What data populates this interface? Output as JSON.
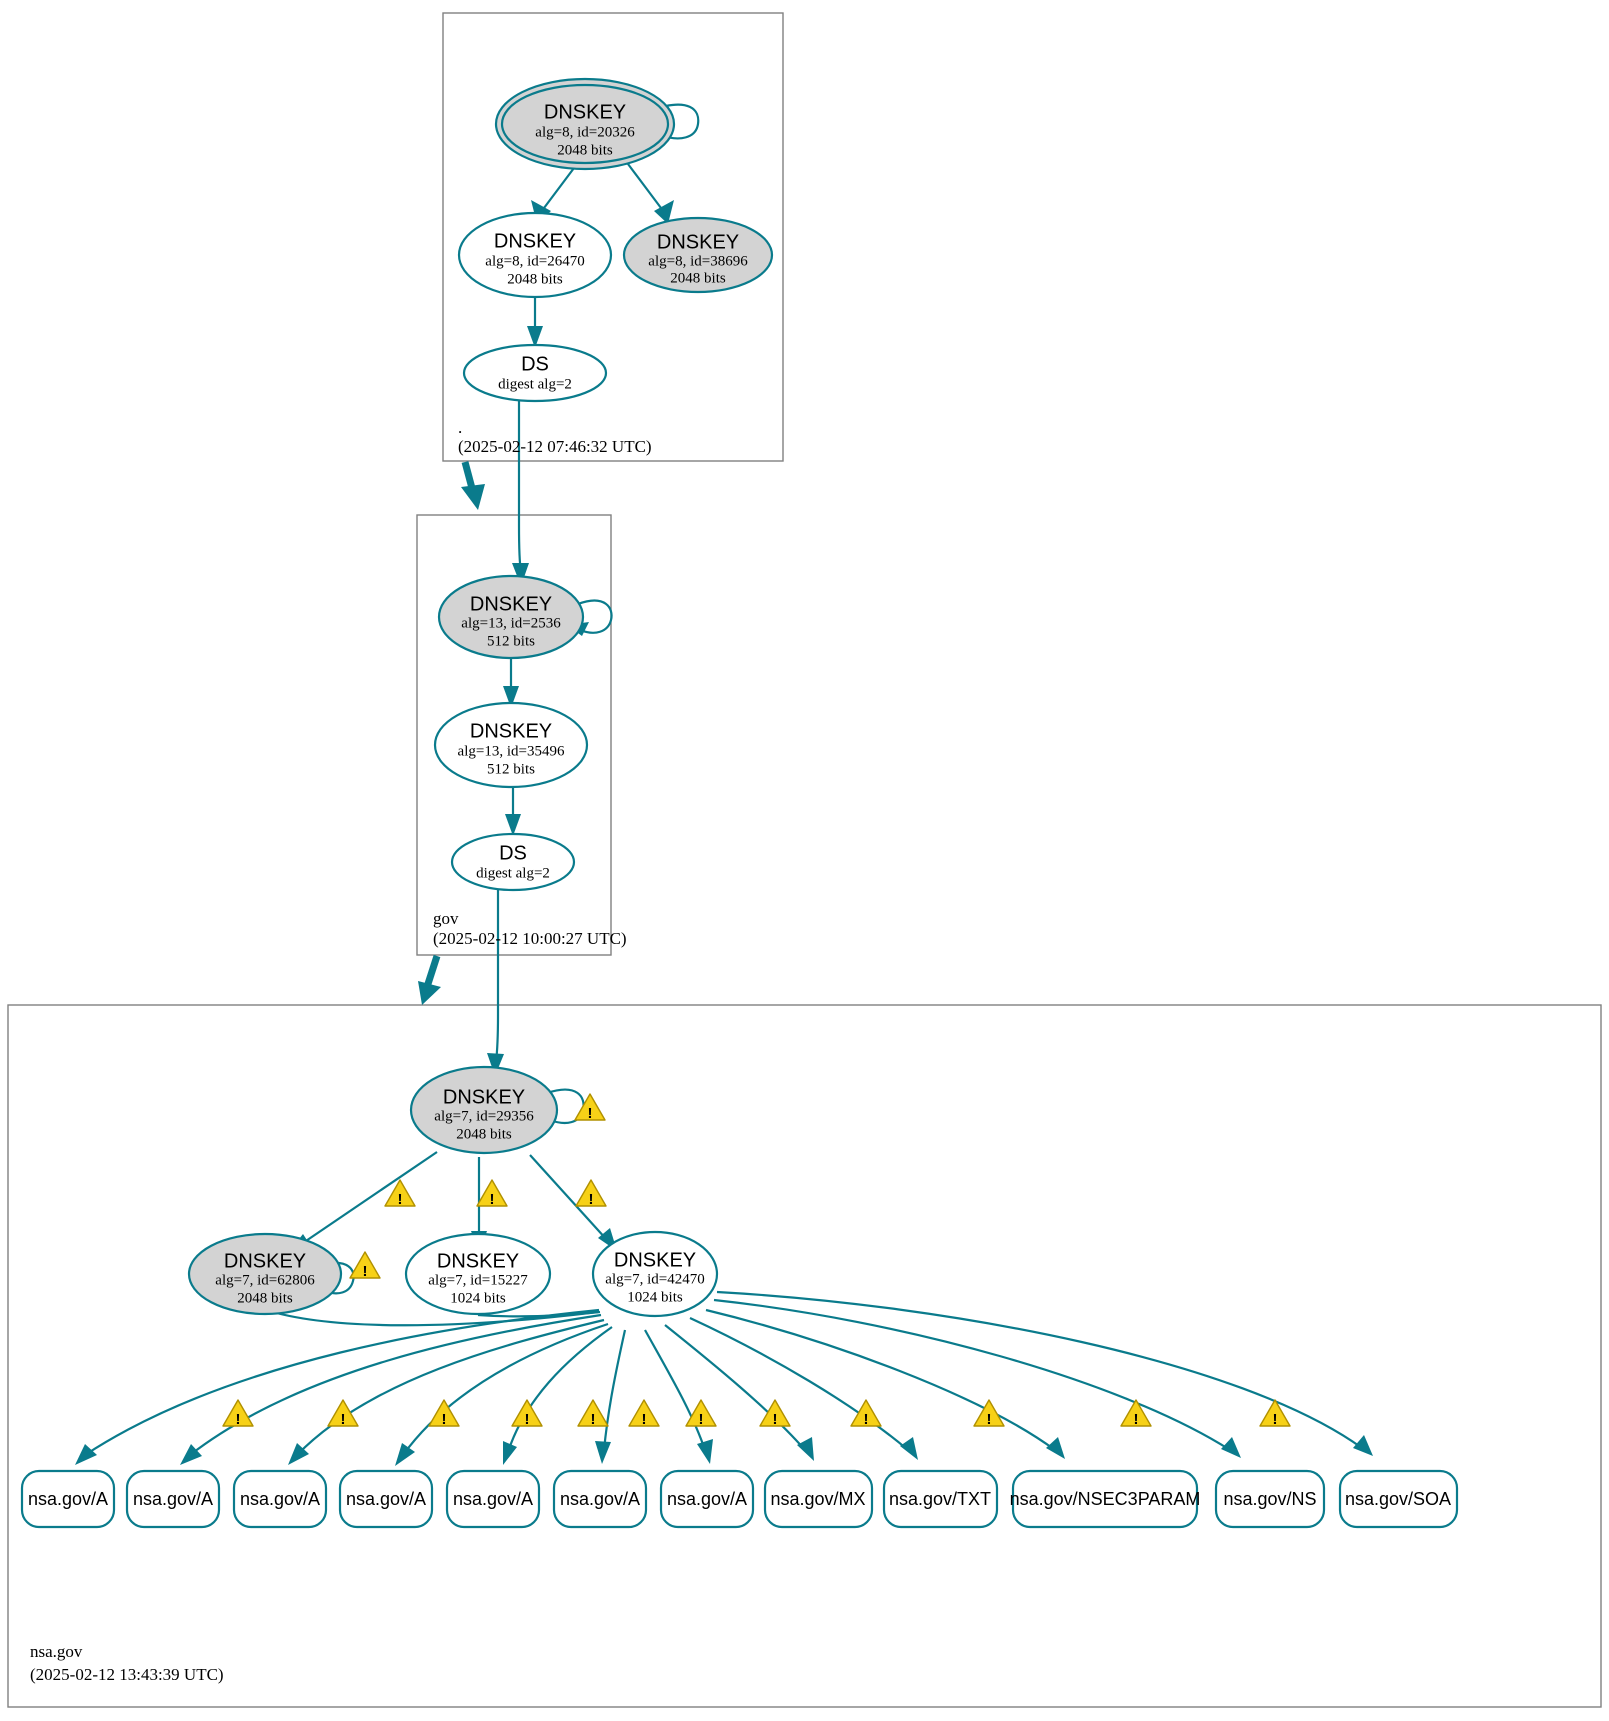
{
  "diagram": {
    "type": "dnssec-authentication-chain",
    "accent_color": "#0a7b8c",
    "secure_fill": "#d3d3d3",
    "insecure_fill": "#ffffff",
    "warning_color": "#f7d117"
  },
  "zones": [
    {
      "id": "root",
      "name": ".",
      "timestamp": "(2025-02-12 07:46:32 UTC)",
      "nodes": [
        {
          "id": "root-ksk",
          "kind": "DNSKEY",
          "title": "DNSKEY",
          "line2": "alg=8, id=20326",
          "line3": "2048 bits",
          "shaded": true,
          "double": true
        },
        {
          "id": "root-zsk",
          "kind": "DNSKEY",
          "title": "DNSKEY",
          "line2": "alg=8, id=26470",
          "line3": "2048 bits",
          "shaded": false,
          "double": false
        },
        {
          "id": "root-zsk2",
          "kind": "DNSKEY",
          "title": "DNSKEY",
          "line2": "alg=8, id=38696",
          "line3": "2048 bits",
          "shaded": true,
          "double": false
        },
        {
          "id": "root-ds",
          "kind": "DS",
          "title": "DS",
          "line2": "digest alg=2",
          "line3": "",
          "shaded": false,
          "double": false
        }
      ]
    },
    {
      "id": "gov",
      "name": "gov",
      "timestamp": "(2025-02-12 10:00:27 UTC)",
      "nodes": [
        {
          "id": "gov-ksk",
          "kind": "DNSKEY",
          "title": "DNSKEY",
          "line2": "alg=13, id=2536",
          "line3": "512 bits",
          "shaded": true,
          "double": false
        },
        {
          "id": "gov-zsk",
          "kind": "DNSKEY",
          "title": "DNSKEY",
          "line2": "alg=13, id=35496",
          "line3": "512 bits",
          "shaded": false,
          "double": false
        },
        {
          "id": "gov-ds",
          "kind": "DS",
          "title": "DS",
          "line2": "digest alg=2",
          "line3": "",
          "shaded": false,
          "double": false
        }
      ]
    },
    {
      "id": "nsagov",
      "name": "nsa.gov",
      "timestamp": "(2025-02-12 13:43:39 UTC)",
      "nodes": [
        {
          "id": "nsa-ksk",
          "kind": "DNSKEY",
          "title": "DNSKEY",
          "line2": "alg=7, id=29356",
          "line3": "2048 bits",
          "shaded": true,
          "double": false
        },
        {
          "id": "nsa-k62806",
          "kind": "DNSKEY",
          "title": "DNSKEY",
          "line2": "alg=7, id=62806",
          "line3": "2048 bits",
          "shaded": true,
          "double": false
        },
        {
          "id": "nsa-k15227",
          "kind": "DNSKEY",
          "title": "DNSKEY",
          "line2": "alg=7, id=15227",
          "line3": "1024 bits",
          "shaded": false,
          "double": false
        },
        {
          "id": "nsa-k42470",
          "kind": "DNSKEY",
          "title": "DNSKEY",
          "line2": "alg=7, id=42470",
          "line3": "1024 bits",
          "shaded": false,
          "double": false
        }
      ],
      "rrsets": [
        {
          "id": "rr1",
          "label": "nsa.gov/A"
        },
        {
          "id": "rr2",
          "label": "nsa.gov/A"
        },
        {
          "id": "rr3",
          "label": "nsa.gov/A"
        },
        {
          "id": "rr4",
          "label": "nsa.gov/A"
        },
        {
          "id": "rr5",
          "label": "nsa.gov/A"
        },
        {
          "id": "rr6",
          "label": "nsa.gov/A"
        },
        {
          "id": "rr7",
          "label": "nsa.gov/A"
        },
        {
          "id": "rr8",
          "label": "nsa.gov/MX"
        },
        {
          "id": "rr9",
          "label": "nsa.gov/TXT"
        },
        {
          "id": "rr10",
          "label": "nsa.gov/NSEC3PARAM"
        },
        {
          "id": "rr11",
          "label": "nsa.gov/NS"
        },
        {
          "id": "rr12",
          "label": "nsa.gov/SOA"
        }
      ]
    }
  ],
  "warnings": {
    "glyph": "!",
    "count": 17
  }
}
